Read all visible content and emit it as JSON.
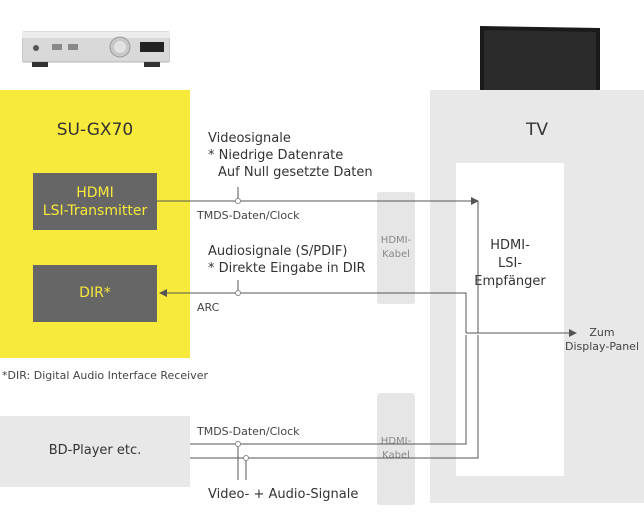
{
  "device_left": {
    "title": "SU-GX70",
    "hdmi_box": [
      "HDMI",
      "LSI-Transmitter"
    ],
    "dir_box": "DIR*"
  },
  "footnote": "*DIR: Digital Audio Interface Receiver",
  "tv": {
    "title": "TV",
    "receiver": [
      "HDMI-",
      "LSI-",
      "Empfänger"
    ]
  },
  "output": [
    "Zum",
    "Display-Panel"
  ],
  "bd_player": "BD-Player etc.",
  "video_signal_text": [
    "Videosignale",
    "* Niedrige Datenrate",
    "Auf Null gesetzte Daten"
  ],
  "audio_signal_text": [
    "Audiosignale (S/PDIF)",
    "* Direkte Eingabe in DIR"
  ],
  "labels": {
    "tmds_top": "TMDS-Daten/Clock",
    "arc": "ARC",
    "tmds_bottom": "TMDS-Daten/Clock",
    "video_audio": "Video- + Audio-Signale"
  },
  "cable_top": [
    "HDMI-",
    "Kabel"
  ],
  "cable_bottom": [
    "HDMI-",
    "Kabel"
  ],
  "colors": {
    "yellow": "#f8ea3a",
    "dark_box": "#666666",
    "light_gray": "#e8e8e8",
    "line": "#555555"
  }
}
